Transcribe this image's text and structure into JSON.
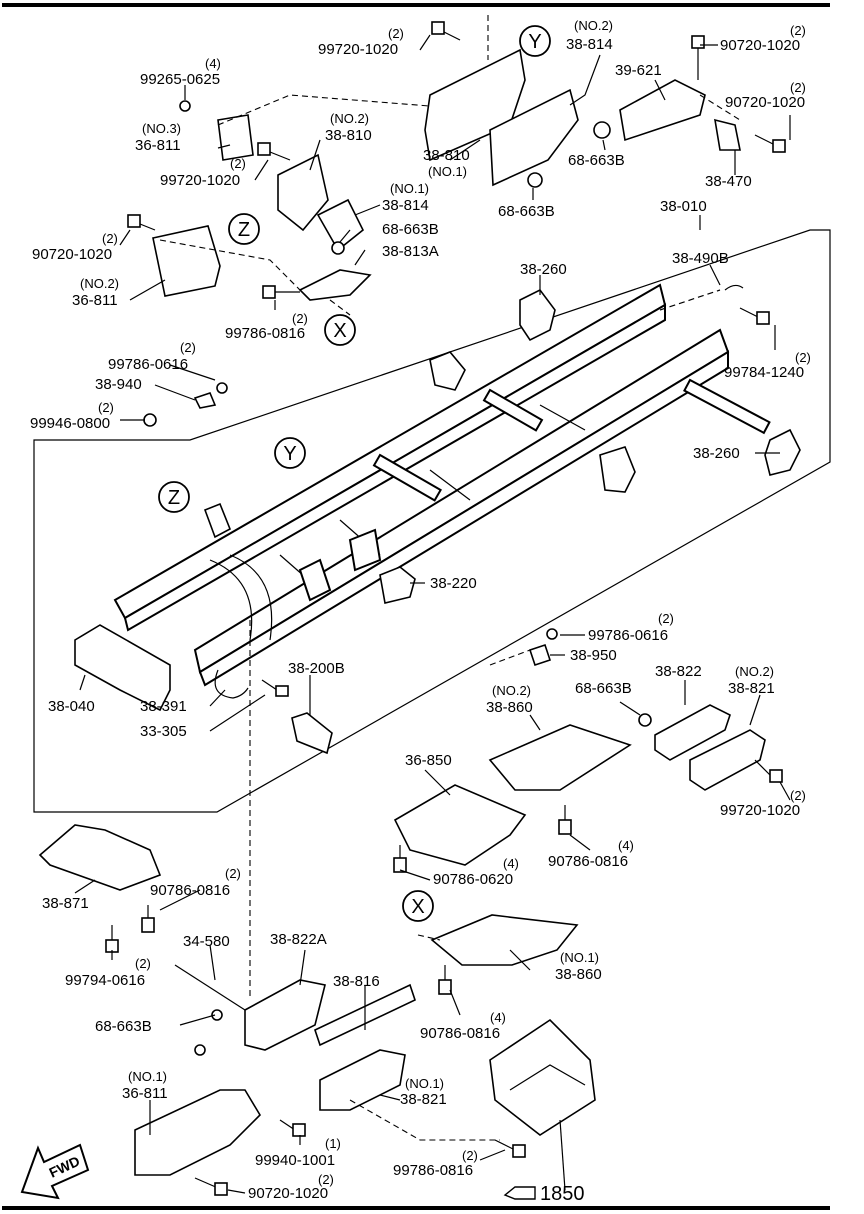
{
  "diagram": {
    "callouts": {
      "x": "X",
      "y": "Y",
      "z": "Z"
    },
    "fwd_label": "FWD",
    "reference": "1850",
    "labels": [
      {
        "id": "l1",
        "qty": "(2)",
        "part": "99720-1020"
      },
      {
        "id": "l2",
        "qty": "(NO.2)",
        "part": "38-814"
      },
      {
        "id": "l3",
        "qty": "(2)",
        "part": "90720-1020"
      },
      {
        "id": "l4",
        "qty": "",
        "part": "39-621"
      },
      {
        "id": "l5",
        "qty": "(2)",
        "part": "90720-1020"
      },
      {
        "id": "l6",
        "qty": "(4)",
        "part": "99265-0625"
      },
      {
        "id": "l7",
        "qty": "(NO.3)",
        "part": "36-811"
      },
      {
        "id": "l8",
        "qty": "(NO.2)",
        "part": "38-810"
      },
      {
        "id": "l9",
        "qty": "(2)",
        "part": "99720-1020"
      },
      {
        "id": "l10",
        "qty": "(NO.1)",
        "part": "38-810"
      },
      {
        "id": "l11",
        "qty": "",
        "part": "68-663B"
      },
      {
        "id": "l12",
        "qty": "",
        "part": "38-470"
      },
      {
        "id": "l13",
        "qty": "",
        "part": "68-663B"
      },
      {
        "id": "l14",
        "qty": "(NO.1)",
        "part": "38-814"
      },
      {
        "id": "l15",
        "qty": "",
        "part": "38-010"
      },
      {
        "id": "l16",
        "qty": "(2)",
        "part": "90720-1020"
      },
      {
        "id": "l17",
        "qty": "",
        "part": "68-663B"
      },
      {
        "id": "l18",
        "qty": "",
        "part": "38-813A"
      },
      {
        "id": "l19",
        "qty": "(NO.2)",
        "part": "36-811"
      },
      {
        "id": "l20",
        "qty": "",
        "part": "38-260"
      },
      {
        "id": "l21",
        "qty": "",
        "part": "38-490B"
      },
      {
        "id": "l22",
        "qty": "(2)",
        "part": "99786-0816"
      },
      {
        "id": "l23",
        "qty": "(2)",
        "part": "99786-0616"
      },
      {
        "id": "l24",
        "qty": "",
        "part": "38-940"
      },
      {
        "id": "l25",
        "qty": "(2)",
        "part": "99784-1240"
      },
      {
        "id": "l26",
        "qty": "(2)",
        "part": "99946-0800"
      },
      {
        "id": "l27",
        "qty": "",
        "part": "38-260"
      },
      {
        "id": "l28",
        "qty": "",
        "part": "38-220"
      },
      {
        "id": "l29",
        "qty": "(2)",
        "part": "99786-0616"
      },
      {
        "id": "l30",
        "qty": "",
        "part": "38-950"
      },
      {
        "id": "l31",
        "qty": "",
        "part": "38-200B"
      },
      {
        "id": "l32",
        "qty": "",
        "part": "38-822"
      },
      {
        "id": "l33",
        "qty": "(NO.2)",
        "part": "38-821"
      },
      {
        "id": "l34",
        "qty": "",
        "part": "68-663B"
      },
      {
        "id": "l35",
        "qty": "(NO.2)",
        "part": "38-860"
      },
      {
        "id": "l36",
        "qty": "",
        "part": "38-040"
      },
      {
        "id": "l37",
        "qty": "",
        "part": "38-391"
      },
      {
        "id": "l38",
        "qty": "",
        "part": "33-305"
      },
      {
        "id": "l39",
        "qty": "",
        "part": "36-850"
      },
      {
        "id": "l40",
        "qty": "(2)",
        "part": "99720-1020"
      },
      {
        "id": "l41",
        "qty": "(4)",
        "part": "90786-0816"
      },
      {
        "id": "l42",
        "qty": "(4)",
        "part": "90786-0620"
      },
      {
        "id": "l43",
        "qty": "",
        "part": "38-871"
      },
      {
        "id": "l44",
        "qty": "(2)",
        "part": "90786-0816"
      },
      {
        "id": "l45",
        "qty": "",
        "part": "34-580"
      },
      {
        "id": "l46",
        "qty": "",
        "part": "38-822A"
      },
      {
        "id": "l47",
        "qty": "(2)",
        "part": "99794-0616"
      },
      {
        "id": "l48",
        "qty": "",
        "part": "38-816"
      },
      {
        "id": "l49",
        "qty": "(NO.1)",
        "part": "38-860"
      },
      {
        "id": "l50",
        "qty": "",
        "part": "68-663B"
      },
      {
        "id": "l51",
        "qty": "(4)",
        "part": "90786-0816"
      },
      {
        "id": "l52",
        "qty": "(NO.1)",
        "part": "36-811"
      },
      {
        "id": "l53",
        "qty": "(NO.1)",
        "part": "38-821"
      },
      {
        "id": "l54",
        "qty": "(1)",
        "part": "99940-1001"
      },
      {
        "id": "l55",
        "qty": "(2)",
        "part": "99786-0816"
      },
      {
        "id": "l56",
        "qty": "(2)",
        "part": "90720-1020"
      }
    ]
  }
}
